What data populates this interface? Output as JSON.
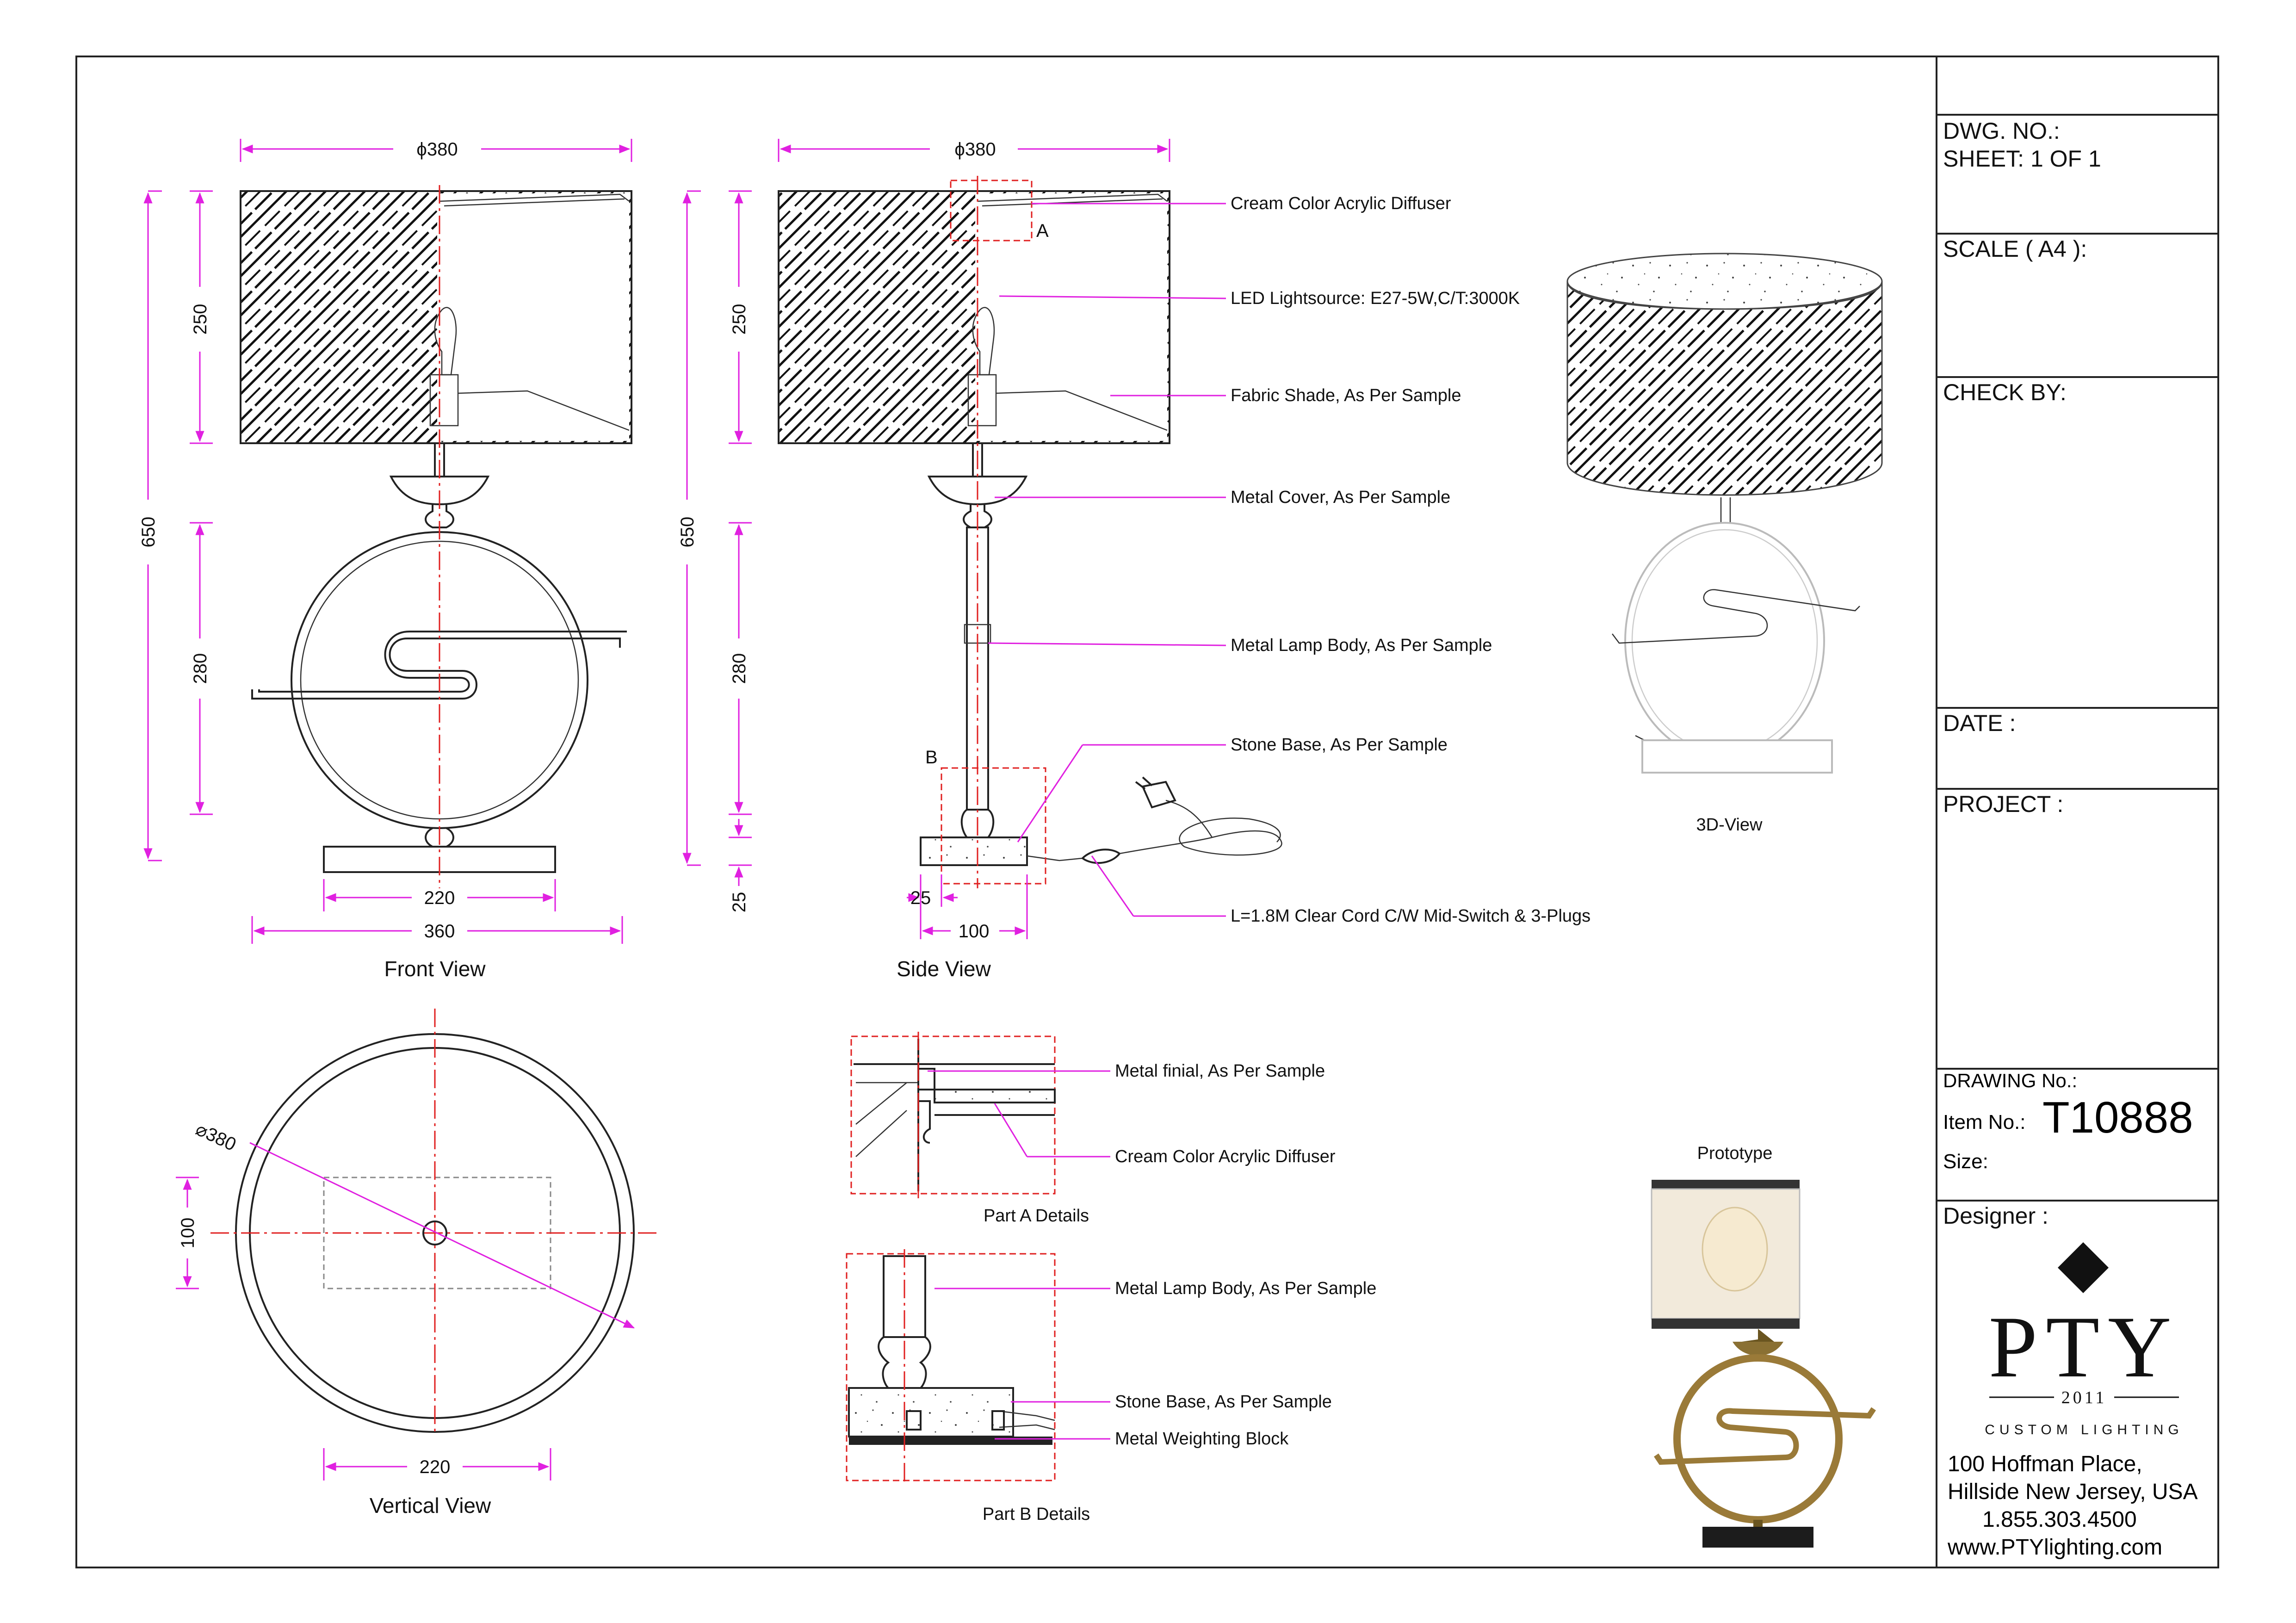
{
  "views": {
    "front": "Front View",
    "side": "Side View",
    "vertical": "Vertical View",
    "three_d": "3D-View",
    "prototype": "Prototype",
    "part_a": "Part A Details",
    "part_b": "Part B Details"
  },
  "dimensions": {
    "shade_dia": "ϕ380",
    "shade_dia_side": "ϕ380",
    "shade_h": "250",
    "total_h": "650",
    "body_h": "280",
    "shade_h_side": "250",
    "total_h_side": "650",
    "body_h_side": "280",
    "base_h_side": "25",
    "base_w_front": "220",
    "total_w_front": "360",
    "base_d_side": "100",
    "base_off_side": "25",
    "top_dia": "⌀380",
    "top_depth": "100",
    "top_width": "220"
  },
  "markers": {
    "a": "A",
    "b": "B"
  },
  "callouts": {
    "diffuser": "Cream Color Acrylic Diffuser",
    "led": "LED Lightsource: E27-5W,C/T:3000K",
    "shade": "Fabric Shade, As Per Sample",
    "cover": "Metal Cover, As Per Sample",
    "body": "Metal Lamp Body, As Per Sample",
    "stone": "Stone Base, As Per Sample",
    "cord": "L=1.8M Clear Cord C/W Mid-Switch & 3-Plugs"
  },
  "detail_a": {
    "finial": "Metal finial, As Per Sample",
    "diffuser": "Cream Color Acrylic Diffuser"
  },
  "detail_b": {
    "body": "Metal Lamp Body, As Per Sample",
    "stone": "Stone Base, As Per Sample",
    "weight": "Metal Weighting Block"
  },
  "title_block": {
    "dwg_no": "DWG. NO.:",
    "sheet": "SHEET: 1 OF 1",
    "scale": "SCALE ( A4 ):",
    "check_by": "CHECK BY:",
    "date": "DATE :",
    "project": "PROJECT :",
    "drawing_no": "DRAWING No.:",
    "item_no_label": "Item No.:",
    "item_no": "T10888",
    "size": "Size:",
    "designer": "Designer :"
  },
  "logo": {
    "name": "PTY",
    "year": "2011",
    "tagline": "CUSTOM LIGHTING"
  },
  "company": {
    "address1": "100 Hoffman Place,",
    "address2": "Hillside New Jersey, USA",
    "phone": "1.855.303.4500",
    "web": "www.PTYlighting.com"
  },
  "colors": {
    "dimension": "#e020e0",
    "centerline": "#e02020",
    "line": "#222222"
  }
}
